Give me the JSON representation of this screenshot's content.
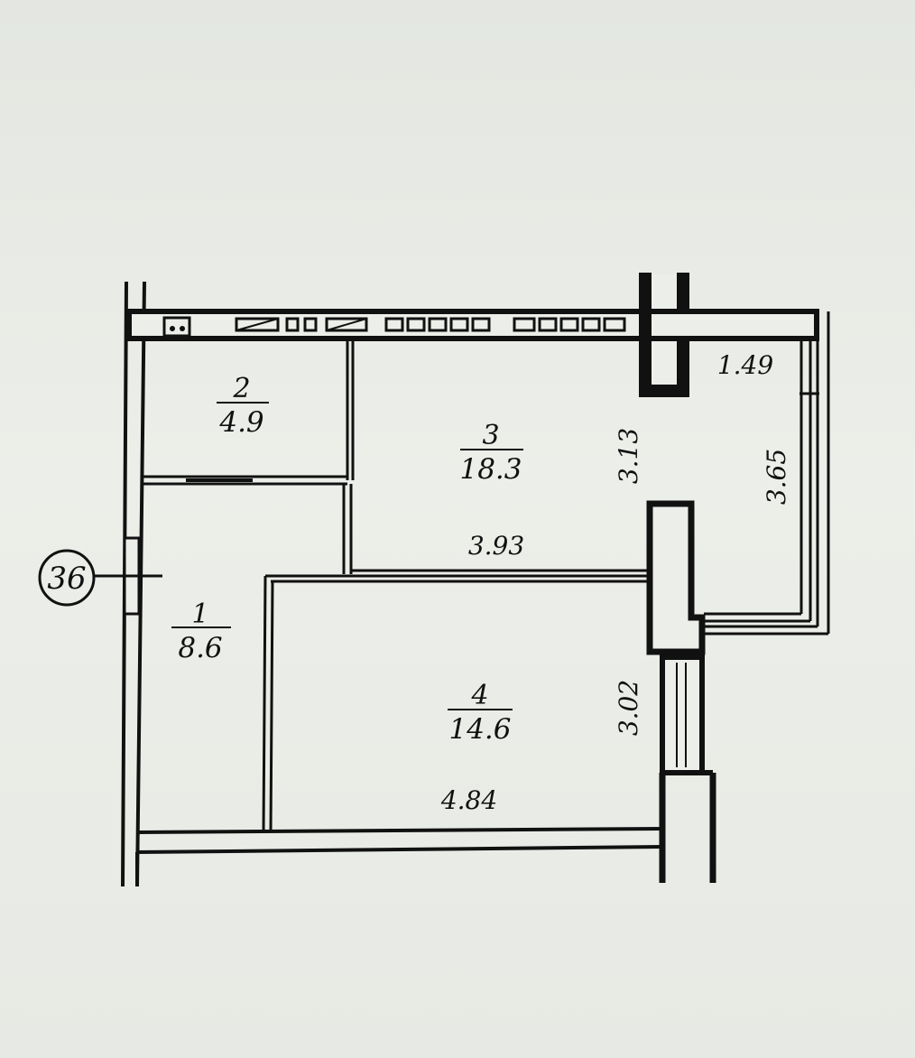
{
  "plan": {
    "marker": "36",
    "rooms": [
      {
        "number": "1",
        "area": "8.6"
      },
      {
        "number": "2",
        "area": "4.9"
      },
      {
        "number": "3",
        "area": "18.3"
      },
      {
        "number": "4",
        "area": "14.6"
      }
    ],
    "dimensions": {
      "balcony_width": "1.49",
      "balcony_length": "3.65",
      "room3_depth": "3.13",
      "room3_width": "3.93",
      "room4_depth": "3.02",
      "room4_width": "4.84"
    }
  },
  "colors": {
    "ink": "#111111",
    "paper": "#e9ece6"
  }
}
